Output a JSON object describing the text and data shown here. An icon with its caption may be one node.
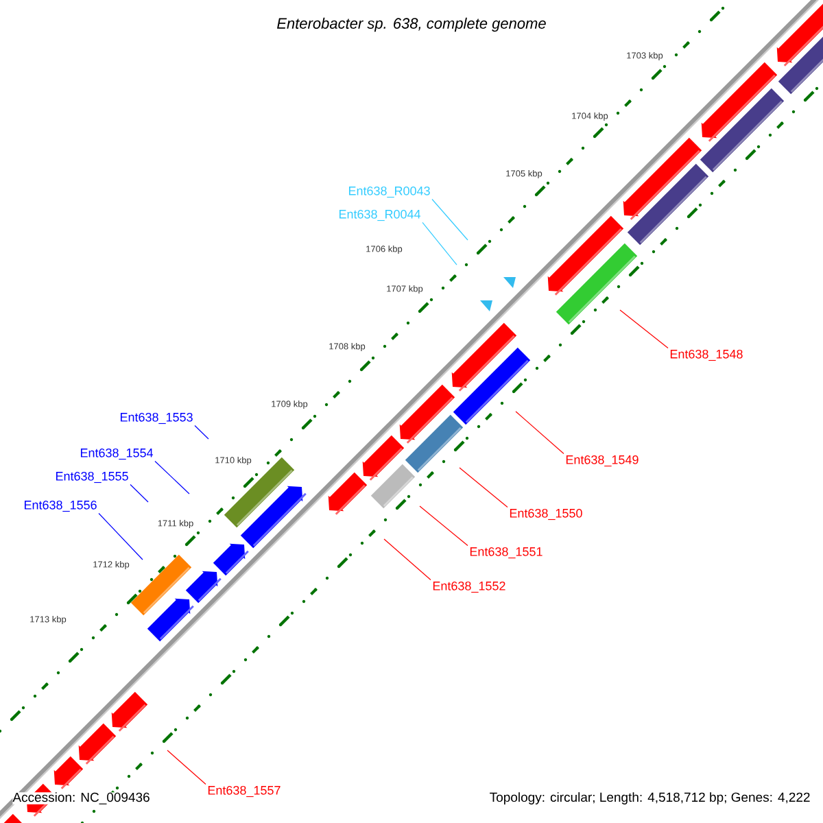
{
  "diagram": {
    "title": "Enterobacter sp. 638, complete genome",
    "nodes": [
      {
        "text": [
          "Ent638_R0043"
        ]
      },
      {
        "text": [
          "Ent638_R0044"
        ]
      },
      {
        "text": [
          "Ent638_1548"
        ]
      },
      {
        "text": [
          "Ent638_1549"
        ]
      },
      {
        "text": [
          "Ent638_1550"
        ]
      },
      {
        "text": [
          "Ent638_1551"
        ]
      },
      {
        "text": [
          "Ent638_1552"
        ]
      },
      {
        "text": [
          "Ent638_1553"
        ]
      },
      {
        "text": [
          "Ent638_1554"
        ]
      },
      {
        "text": [
          "Ent638_1555"
        ]
      },
      {
        "text": [
          "Ent638_1556"
        ]
      },
      {
        "text": [
          "Ent638_1557"
        ]
      }
    ],
    "edges": [
      {
        "from": 0,
        "to": null,
        "arrow": "none",
        "color": "#33ccff"
      },
      {
        "from": 1,
        "to": null,
        "arrow": "none",
        "color": "#33ccff"
      },
      {
        "from": 2,
        "to": null,
        "arrow": "none"
      },
      {
        "from": 3,
        "to": null,
        "arrow": "none"
      },
      {
        "from": 4,
        "to": null,
        "arrow": "none"
      },
      {
        "from": 5,
        "to": null,
        "arrow": "none"
      },
      {
        "from": 6,
        "to": null,
        "arrow": "none"
      },
      {
        "from": 7,
        "to": null,
        "arrow": "none",
        "color": "#0000ff"
      },
      {
        "from": 8,
        "to": null,
        "arrow": "none",
        "color": "#0000ff"
      },
      {
        "from": 9,
        "to": null,
        "arrow": "none",
        "color": "#0000ff"
      },
      {
        "from": 10,
        "to": null,
        "arrow": "none",
        "color": "#0000ff"
      },
      {
        "from": 11,
        "to": null,
        "arrow": "none"
      }
    ],
    "labels": [
      "1703 kbp",
      "1704 kbp",
      "1705 kbp",
      "1706 kbp",
      "1707 kbp",
      "1708 kbp",
      "1709 kbp",
      "1710 kbp",
      "1711 kbp",
      "1712 kbp",
      "1713 kbp",
      "Accession: NC_009436",
      "Topology: circular; Length: 4,518,712 bp; Genes: 4,222"
    ]
  }
}
